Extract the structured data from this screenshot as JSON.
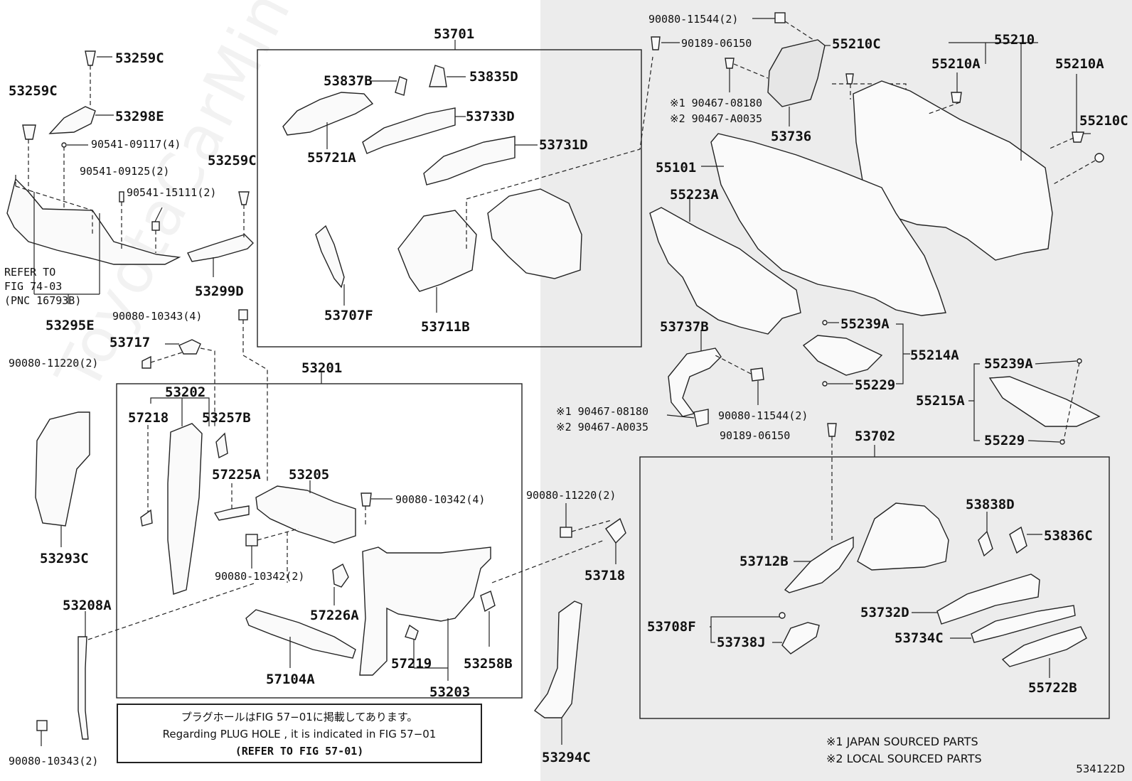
{
  "labels": {
    "l53701": "53701",
    "l53837B": "53837B",
    "l53835D": "53835D",
    "l53733D": "53733D",
    "l55721A": "55721A",
    "l53731D": "53731D",
    "l53707F": "53707F",
    "l53711B": "53711B",
    "l53259C_a": "53259C",
    "l53259C_b": "53259C",
    "l53259C_c": "53259C",
    "l53298E": "53298E",
    "l90541_09117": "90541-09117(4)",
    "l90541_09125": "90541-09125(2)",
    "l90541_15111": "90541-15111(2)",
    "l53299D": "53299D",
    "l53295E": "53295E",
    "lrefer1": "REFER TO",
    "lrefer2": "FIG 74-03",
    "lrefer3": "(PNC 16793B)",
    "l90080_10343_a": "90080-10343(4)",
    "l53717": "53717",
    "l90080_11220_a": "90080-11220(2)",
    "l53201": "53201",
    "l53202": "53202",
    "l57218": "57218",
    "l53257B": "53257B",
    "l57225A": "57225A",
    "l53205": "53205",
    "l90080_10342_a": "90080-10342(4)",
    "l90080_10342_b": "90080-10342(2)",
    "l57226A": "57226A",
    "l57104A": "57104A",
    "l57219": "57219",
    "l53203": "53203",
    "l53258B": "53258B",
    "l53293C": "53293C",
    "l53208A": "53208A",
    "l90080_10343_b": "90080-10343(2)",
    "l90080_11220_b": "90080-11220(2)",
    "l53718": "53718",
    "l53294C": "53294C",
    "l90080_11544_a": "90080-11544(2)",
    "l90189_06150_a": "90189-06150",
    "l55210C_a": "55210C",
    "l90467_08180_a": "※1  90467-08180",
    "l90467_A0035_a": "※2  90467-A0035",
    "l53736": "53736",
    "l55210": "55210",
    "l55210A_a": "55210A",
    "l55210A_b": "55210A",
    "l55210C_b": "55210C",
    "l55101": "55101",
    "l55223A": "55223A",
    "l53737B": "53737B",
    "l55239A_a": "55239A",
    "l55214A": "55214A",
    "l55229_a": "55229",
    "l90467_08180_b": "※1  90467-08180",
    "l90467_A0035_b": "※2  90467-A0035",
    "l90080_11544_b": "90080-11544(2)",
    "l90189_06150_b": "90189-06150",
    "l53702": "53702",
    "l55239A_b": "55239A",
    "l55215A": "55215A",
    "l55229_b": "55229",
    "l53838D": "53838D",
    "l53836C": "53836C",
    "l53712B": "53712B",
    "l53732D": "53732D",
    "l53708F": "53708F",
    "l53738J": "53738J",
    "l53734C": "53734C",
    "l55722B": "55722B"
  },
  "note": {
    "line1": "プラグホールはFIG 57−01に掲載してあります。",
    "line2": "Regarding  PLUG  HOLE , it is indicated in FIG  57−01",
    "line3": "(REFER TO FIG 57-01)"
  },
  "footnotes": {
    "f1": "※1 JAPAN SOURCED PARTS",
    "f2": "※2 LOCAL SOURCED PARTS"
  },
  "figure_number": "534122D",
  "watermark": "ToyotaCarMine.ru"
}
